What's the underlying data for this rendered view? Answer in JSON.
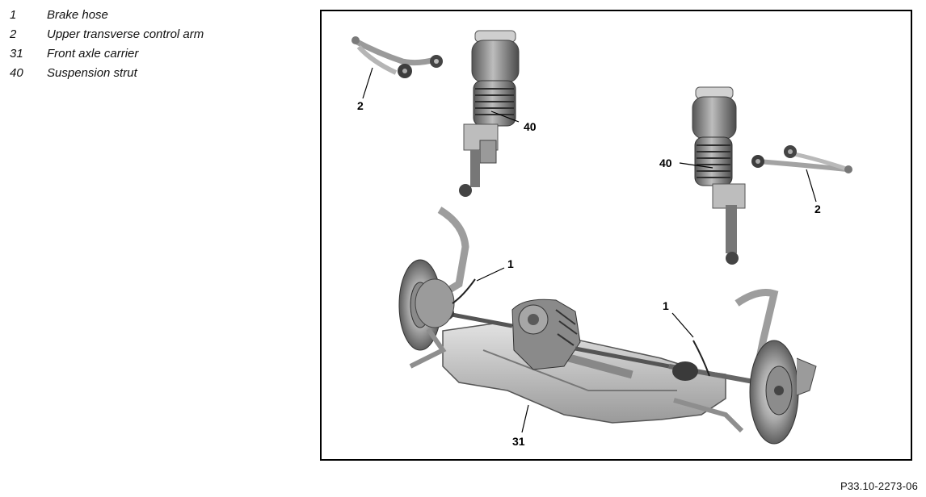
{
  "legend": [
    {
      "num": "1",
      "label": "Brake hose"
    },
    {
      "num": "2",
      "label": "Upper transverse control arm"
    },
    {
      "num": "31",
      "label": "Front axle carrier"
    },
    {
      "num": "40",
      "label": "Suspension strut"
    }
  ],
  "callouts": {
    "arm_left": "2",
    "strut_left": "40",
    "strut_right": "40",
    "arm_right": "2",
    "hose_left": "1",
    "hose_right": "1",
    "carrier": "31"
  },
  "reference": "P33.10-2273-06"
}
